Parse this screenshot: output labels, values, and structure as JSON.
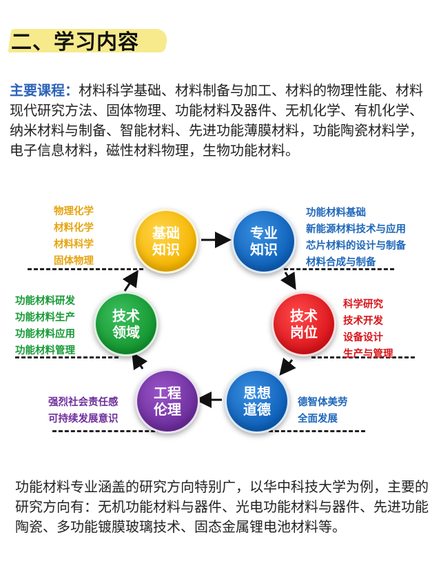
{
  "heading": {
    "title": "二、学习内容"
  },
  "courses": {
    "label": "主要课程：",
    "text": "材料科学基础、材料制备与加工、材料的物理性能、材料现代研究方法、固体物理、功能材料及器件、无机化学、有机化学、纳米材料与制备、智能材料、先进功能薄膜材料，功能陶瓷材料学，电子信息材料，磁性材料物理，生物功能材料。"
  },
  "diagram": {
    "nodes": {
      "foundation": {
        "line1": "基础",
        "line2": "知识",
        "color": "#f4b400"
      },
      "professional": {
        "line1": "专业",
        "line2": "知识",
        "color": "#0d5fb8"
      },
      "position": {
        "line1": "技术",
        "line2": "岗位",
        "color": "#d9141b"
      },
      "ethics": {
        "line1": "思想",
        "line2": "道德",
        "color": "#0d5fb8"
      },
      "engineering": {
        "line1": "工程",
        "line2": "伦理",
        "color": "#6b2c9a"
      },
      "field": {
        "line1": "技术",
        "line2": "领域",
        "color": "#14952f"
      }
    },
    "lists": {
      "foundation": [
        "物理化学",
        "材料化学",
        "材料科学",
        "固体物理"
      ],
      "professional": [
        "功能材料基础",
        "新能源材料技术与应用",
        "芯片材料的设计与制备",
        "材料合成与制备"
      ],
      "position": [
        "科学研究",
        "技术开发",
        "设备设计",
        "生产与管理"
      ],
      "ethics": [
        "德智体美劳",
        "全面发展"
      ],
      "engineering": [
        "强烈社会责任感",
        "可持续发展意识"
      ],
      "field": [
        "功能材料研发",
        "功能材料生产",
        "功能材料应用",
        "功能材料管理"
      ]
    }
  },
  "summary": {
    "text": "功能材料专业涵盖的研究方向特别广，以华中科技大学为例，主要的研究方向有：无机功能材料与器件、光电功能材料与器件、先进功能陶瓷、多功能镀膜玻璃技术、固态金属锂电池材料等。"
  }
}
